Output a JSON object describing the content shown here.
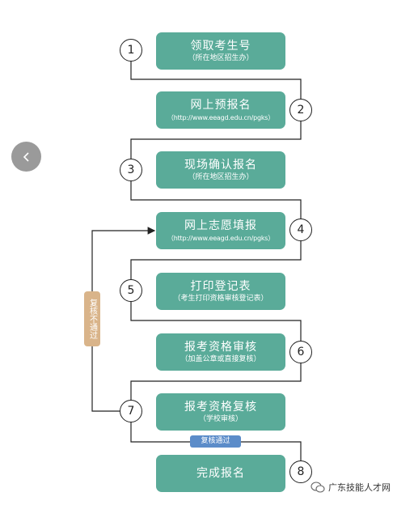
{
  "steps": [
    {
      "num": "1",
      "title": "领取考生号",
      "sub": "（所在地区招生办）"
    },
    {
      "num": "2",
      "title": "网上预报名",
      "sub": "（http://www.eeagd.edu.cn/pgks）"
    },
    {
      "num": "3",
      "title": "现场确认报名",
      "sub": "（所在地区招生办）"
    },
    {
      "num": "4",
      "title": "网上志愿填报",
      "sub": "（http://www.eeagd.edu.cn/pgks）"
    },
    {
      "num": "5",
      "title": "打印登记表",
      "sub": "（考生打印资格审核登记表）"
    },
    {
      "num": "6",
      "title": "报考资格审核",
      "sub": "（加盖公章或直接复核）"
    },
    {
      "num": "7",
      "title": "报考资格复核",
      "sub": "（学校审核）"
    },
    {
      "num": "8",
      "title": "完成报名",
      "sub": ""
    }
  ],
  "labels": {
    "reject": "复核不通过",
    "pass": "复核通过"
  },
  "watermark": "广东技能人才网",
  "colors": {
    "box": "#5aab99",
    "reject_tag": "#d9b48a",
    "pass_tag": "#5b8cc9"
  }
}
